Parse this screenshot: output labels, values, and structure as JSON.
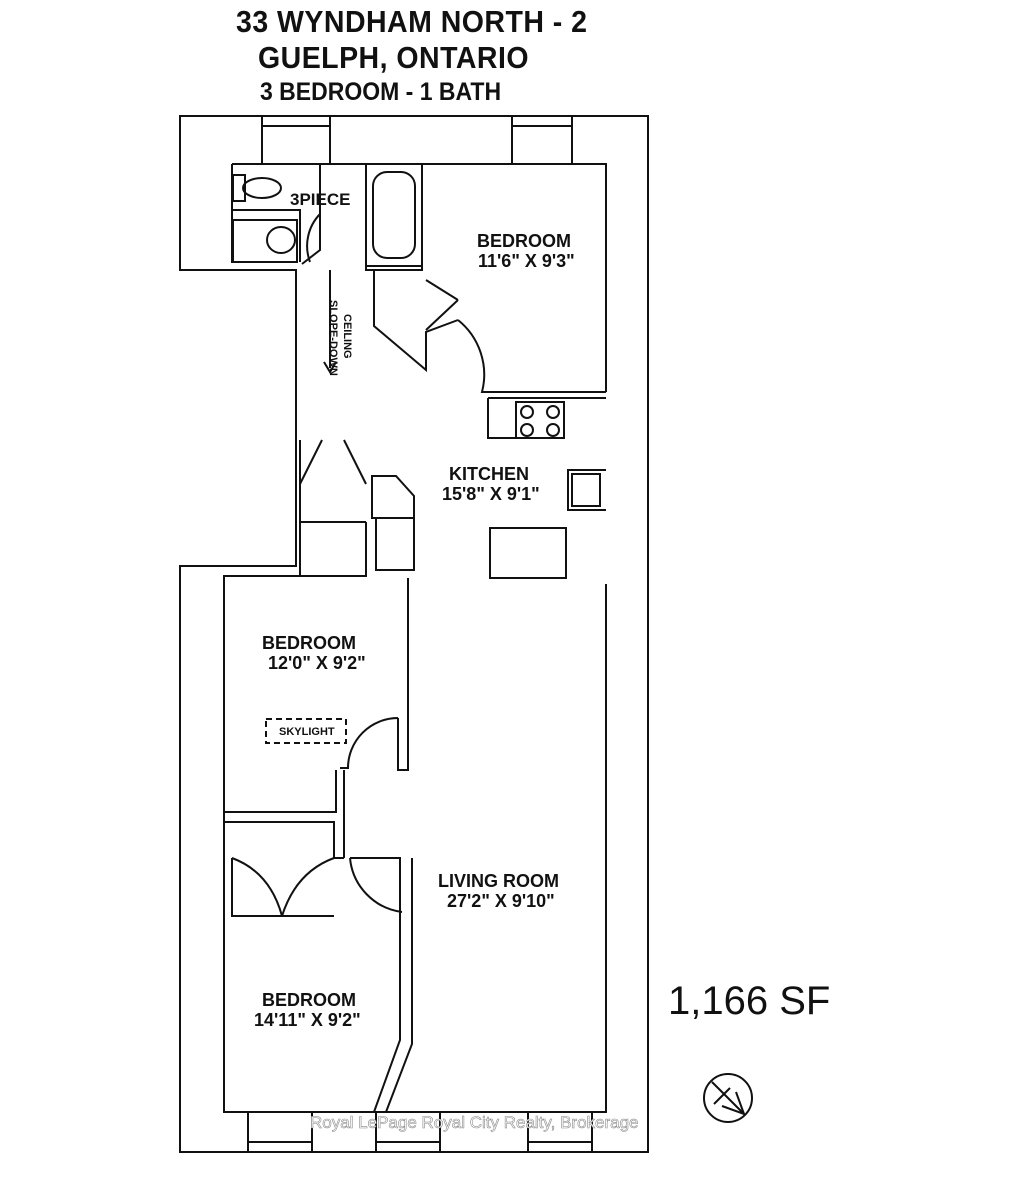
{
  "header": {
    "address": "33 WYNDHAM NORTH - 2",
    "city": "GUELPH, ONTARIO",
    "units": "3 BEDROOM - 1 BATH"
  },
  "area": "1,166  SF",
  "rooms": {
    "bath": {
      "name": "3PIECE"
    },
    "bedroom_top": {
      "name": "BEDROOM",
      "size": "11'6\" X 9'3\""
    },
    "kitchen": {
      "name": "KITCHEN",
      "size": "15'8\" X 9'1\""
    },
    "bedroom_mid": {
      "name": "BEDROOM",
      "size": "12'0\" X 9'2\""
    },
    "living": {
      "name": "LIVING ROOM",
      "size": "27'2\" X 9'10\""
    },
    "bedroom_bottom": {
      "name": "BEDROOM",
      "size": "14'11\" X 9'2\""
    }
  },
  "notes": {
    "slope_1": "SLOPE-DOWN",
    "slope_2": "CEILING",
    "skylight": "SKYLIGHT"
  },
  "watermark": "Royal LePage Royal City Realty, Brokerage",
  "icons": {
    "compass": "north-arrow-icon"
  }
}
